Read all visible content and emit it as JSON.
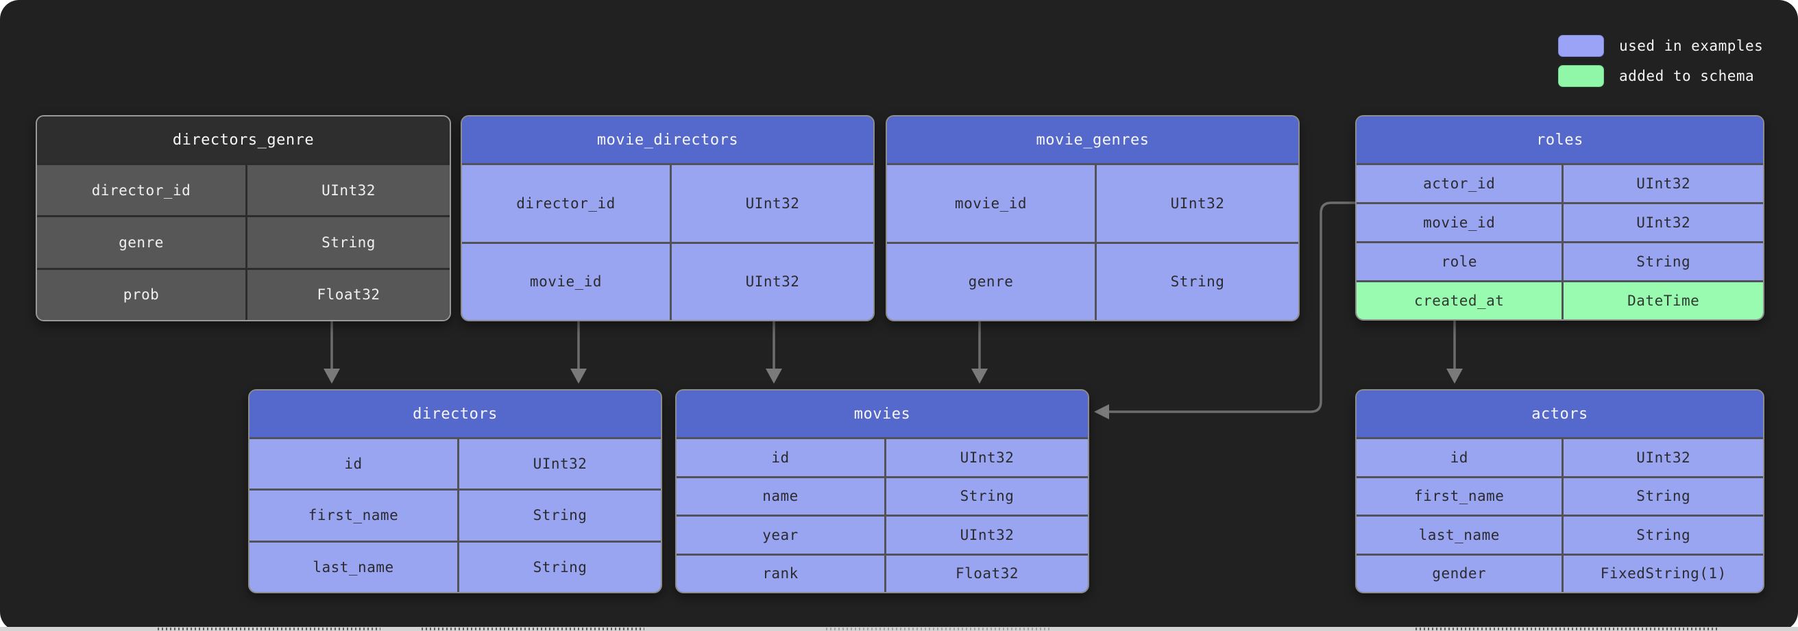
{
  "legend": {
    "items": [
      {
        "label": "used in examples",
        "color": "#9aa3f6"
      },
      {
        "label": "added to schema",
        "color": "#90f7a8"
      }
    ]
  },
  "tables": [
    {
      "title": "directors_genre",
      "theme": "muted",
      "rows": [
        {
          "name": "director_id",
          "type": "UInt32"
        },
        {
          "name": "genre",
          "type": "String"
        },
        {
          "name": "prob",
          "type": "Float32"
        }
      ]
    },
    {
      "title": "movie_directors",
      "theme": "blue",
      "rows": [
        {
          "name": "director_id",
          "type": "UInt32"
        },
        {
          "name": "movie_id",
          "type": "UInt32"
        }
      ]
    },
    {
      "title": "movie_genres",
      "theme": "blue",
      "rows": [
        {
          "name": "movie_id",
          "type": "UInt32"
        },
        {
          "name": "genre",
          "type": "String"
        }
      ]
    },
    {
      "title": "roles",
      "theme": "blue",
      "rows": [
        {
          "name": "actor_id",
          "type": "UInt32"
        },
        {
          "name": "movie_id",
          "type": "UInt32"
        },
        {
          "name": "role",
          "type": "String"
        },
        {
          "name": "created_at",
          "type": "DateTime",
          "status": "added_to_schema"
        }
      ]
    },
    {
      "title": "directors",
      "theme": "blue",
      "rows": [
        {
          "name": "id",
          "type": "UInt32"
        },
        {
          "name": "first_name",
          "type": "String"
        },
        {
          "name": "last_name",
          "type": "String"
        }
      ]
    },
    {
      "title": "movies",
      "theme": "blue",
      "rows": [
        {
          "name": "id",
          "type": "UInt32"
        },
        {
          "name": "name",
          "type": "String"
        },
        {
          "name": "year",
          "type": "UInt32"
        },
        {
          "name": "rank",
          "type": "Float32"
        }
      ]
    },
    {
      "title": "actors",
      "theme": "blue",
      "rows": [
        {
          "name": "id",
          "type": "UInt32"
        },
        {
          "name": "first_name",
          "type": "String"
        },
        {
          "name": "last_name",
          "type": "String"
        },
        {
          "name": "gender",
          "type": "FixedString(1)"
        }
      ]
    }
  ],
  "relationships": [
    {
      "from": "directors_genre",
      "to": "directors"
    },
    {
      "from": "movie_directors",
      "from_column": "director_id",
      "to": "directors"
    },
    {
      "from": "movie_directors",
      "from_column": "movie_id",
      "to": "movies"
    },
    {
      "from": "movie_genres",
      "from_column": "movie_id",
      "to": "movies"
    },
    {
      "from": "roles",
      "from_column": "movie_id",
      "to": "movies"
    },
    {
      "from": "roles",
      "from_column": "actor_id",
      "to": "actors"
    }
  ],
  "colors": {
    "canvas_background": "#212121",
    "table_header_blue": "#5569cd",
    "table_row_blue": "#9aa5f2",
    "row_added_green": "#98fbb0",
    "muted_header": "#2e2e2e",
    "muted_row": "#575757",
    "connector": "#6d6d6d"
  }
}
